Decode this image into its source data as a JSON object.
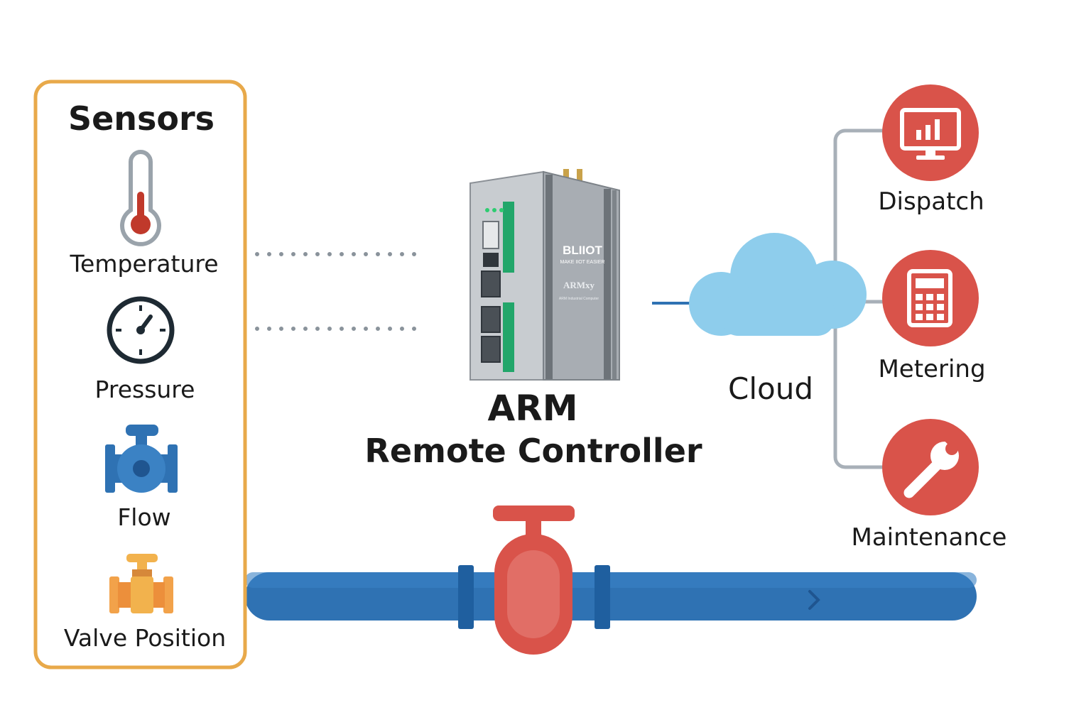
{
  "sensors": {
    "title": "Sensors",
    "items": [
      {
        "label": "Temperature",
        "icon": "thermometer-icon"
      },
      {
        "label": "Pressure",
        "icon": "pressure-gauge-icon"
      },
      {
        "label": "Flow",
        "icon": "flow-valve-icon"
      },
      {
        "label": "Valve Position",
        "icon": "valve-position-icon"
      }
    ]
  },
  "controller": {
    "line1": "ARM",
    "line2": "Remote Controller",
    "device_brand": "BLIIOT",
    "device_slogan": "MAKE IIOT EASIER",
    "device_model": "ARMxy",
    "device_subtitle": "ARM Industrial Computer"
  },
  "cloud": {
    "label": "Cloud"
  },
  "services": [
    {
      "label": "Dispatch",
      "icon": "monitor-chart-icon"
    },
    {
      "label": "Metering",
      "icon": "calculator-icon"
    },
    {
      "label": "Maintenance",
      "icon": "wrench-icon"
    }
  ],
  "colors": {
    "sensor_border": "#e8a94a",
    "service_red": "#d9534a",
    "pipe_blue": "#2f72b3",
    "cloud_blue": "#8ecdec",
    "valve_red": "#d9534a",
    "connector_gray": "#a8b0b8"
  }
}
